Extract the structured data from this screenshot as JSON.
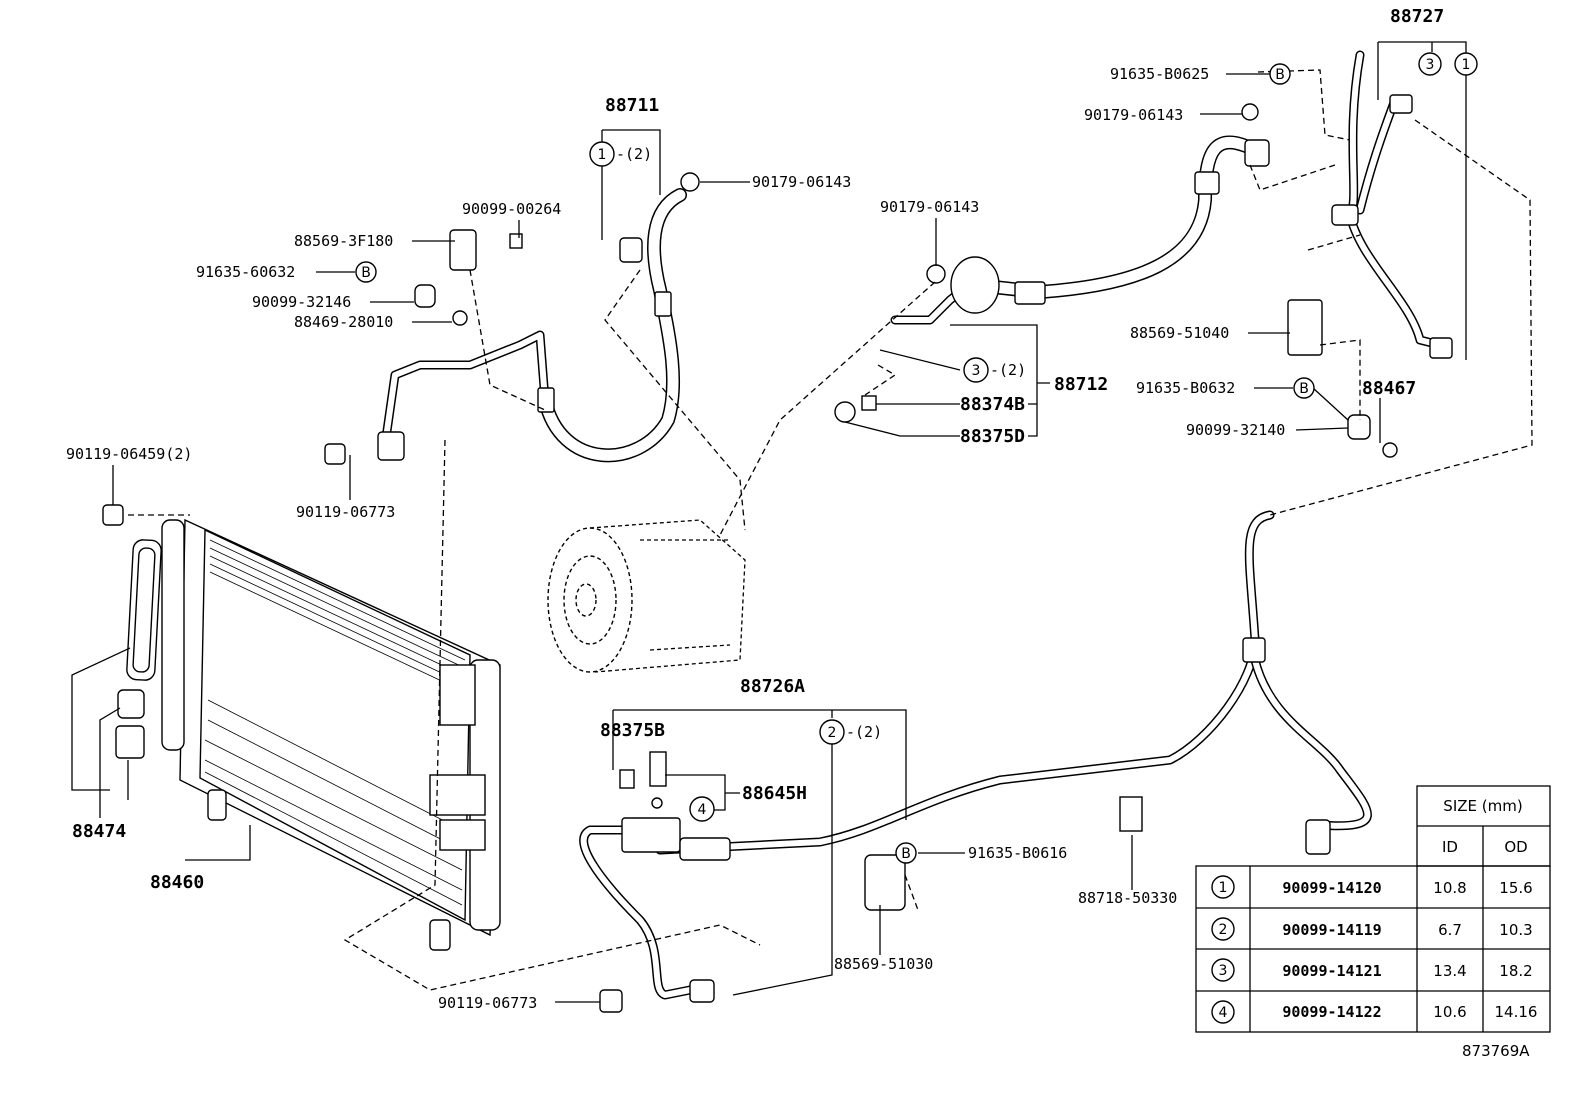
{
  "diagram_id": "873769A",
  "labels": {
    "p88727": "88727",
    "p91635_B0625": "91635-B0625",
    "p90179_06143_a": "90179-06143",
    "p88711": "88711",
    "p90179_06143_b": "90179-06143",
    "p90099_00264": "90099-00264",
    "p88569_3F180": "88569-3F180",
    "p91635_60632": "91635-60632",
    "p90099_32146": "90099-32146",
    "p88469_28010": "88469-28010",
    "p90179_06143_c": "90179-06143",
    "p88712": "88712",
    "p88374B": "88374B",
    "p88375D": "88375D",
    "p88569_51040": "88569-51040",
    "p91635_B0632": "91635-B0632",
    "p88467": "88467",
    "p90099_32140": "90099-32140",
    "p90119_06459": "90119-06459(2)",
    "p90119_06773_a": "90119-06773",
    "p88726A": "88726A",
    "p88375B": "88375B",
    "p88645H": "88645H",
    "p91635_B0616": "91635-B0616",
    "p88718_50330": "88718-50330",
    "p88569_51030": "88569-51030",
    "p88474": "88474",
    "p88460": "88460",
    "p90119_06773_b": "90119-06773",
    "qty2": "-(2)",
    "circle_B": "B"
  },
  "callouts": {
    "c1": "1",
    "c2": "2",
    "c3": "3",
    "c4": "4"
  },
  "size_table": {
    "header": "SIZE (mm)",
    "col_id": "ID",
    "col_od": "OD",
    "rows": [
      {
        "mark": "1",
        "part": "90099-14120",
        "id": "10.8",
        "od": "15.6"
      },
      {
        "mark": "2",
        "part": "90099-14119",
        "id": "6.7",
        "od": "10.3"
      },
      {
        "mark": "3",
        "part": "90099-14121",
        "id": "13.4",
        "od": "18.2"
      },
      {
        "mark": "4",
        "part": "90099-14122",
        "id": "10.6",
        "od": "14.16"
      }
    ]
  }
}
